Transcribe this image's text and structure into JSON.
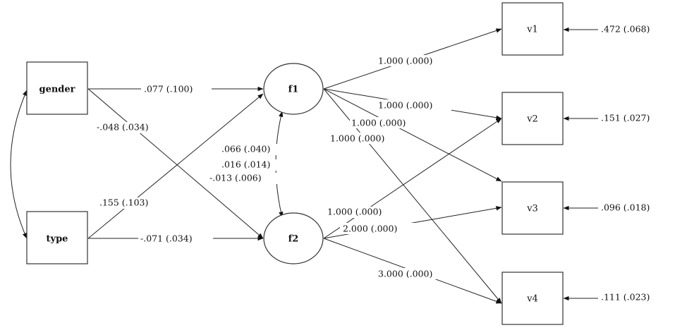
{
  "nodes": {
    "gender": "gender",
    "type": "type",
    "f1": "f1",
    "f2": "f2",
    "v1": "v1",
    "v2": "v2",
    "v3": "v3",
    "v4": "v4"
  },
  "paths": {
    "gender_f1": ".077 (.100)",
    "gender_f2": "-.048 (.034)",
    "type_f1": ".155 (.103)",
    "type_f2": "-.071 (.034)",
    "f1_v1": "1.000 (.000)",
    "f1_v2": "1.000 (.000)",
    "f1_v3": "1.000 (.000)",
    "f1_v4": "1.000 (.000)",
    "f2_v2": "1.000 (.000)",
    "f2_v3": "2.000 (.000)",
    "f2_v4": "3.000 (.000)"
  },
  "covariances": {
    "f1_f2_a": ".066 (.040)",
    "f1_f2_b": ".016 (.014)",
    "f1_f2_c": "-.013 (.006)"
  },
  "residuals": {
    "v1": ".472 (.068)",
    "v2": ".151 (.027)",
    "v3": ".096 (.018)",
    "v4": ".111 (.023)"
  }
}
